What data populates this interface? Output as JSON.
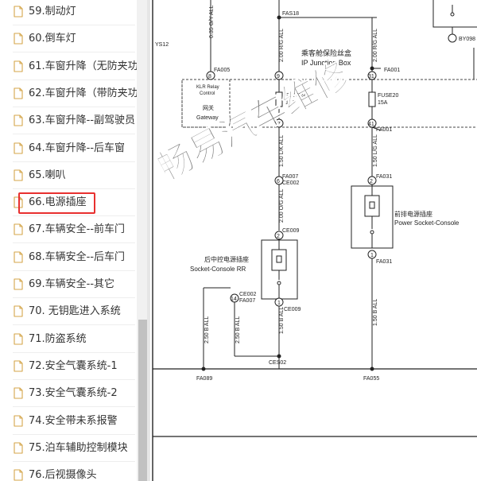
{
  "sidebar": {
    "items": [
      {
        "label": "59.制动灯"
      },
      {
        "label": "60.倒车灯"
      },
      {
        "label": "61.车窗升降（无防夹功"
      },
      {
        "label": "62.车窗升降（带防夹功"
      },
      {
        "label": "63.车窗升降--副驾驶员"
      },
      {
        "label": "64.车窗升降--后车窗"
      },
      {
        "label": "65.喇叭"
      },
      {
        "label": "66.电源插座"
      },
      {
        "label": "67.车辆安全--前车门"
      },
      {
        "label": "68.车辆安全--后车门"
      },
      {
        "label": "69.车辆安全--其它"
      },
      {
        "label": "70. 无钥匙进入系统"
      },
      {
        "label": "71.防盗系统"
      },
      {
        "label": "72.安全气囊系统-1"
      },
      {
        "label": "73.安全气囊系统-2"
      },
      {
        "label": "74.安全带未系报警"
      },
      {
        "label": "75.泊车辅助控制模块"
      },
      {
        "label": "76.后视摄像头"
      }
    ],
    "selected_index": 7,
    "highlight_color": "#e8302f"
  },
  "diagram": {
    "watermark": "畅易汽车维修",
    "watermark_color": "#6cc4ea",
    "labels": {
      "ys12": "YS12",
      "fas18": "FAS18",
      "fa005": "FA005",
      "fa001_top": "FA001",
      "by098": "BY098",
      "ip_box_cn": "乘客舱保险丝盒",
      "ip_box_en": "IP Junction Box",
      "klr_relay": "KLR Relay",
      "control": "Control",
      "gateway_cn": "网关",
      "gateway_en": "Gateway",
      "fuse24": "FUSE24",
      "fuse24_amp": "15A",
      "fuse20": "FUSE20",
      "fuse20_amp": "15A",
      "fa001_mid": "FA001",
      "fa007": "FA007",
      "ce002": "CE002",
      "fa031_top": "FA031",
      "ce009_top": "CE009",
      "front_socket_cn": "前排电源插座",
      "front_socket_en": "Power Socket-Console",
      "rear_socket_cn": "后中控电源插座",
      "rear_socket_en": "Socket-Console RR",
      "fa031_bottom": "FA031",
      "ce002_b": "CE002",
      "fa007_b": "FA007",
      "ce009_bottom": "CE009",
      "ces02": "CES02",
      "fa089": "FA089",
      "fa055": "FA055"
    },
    "pins": {
      "p8": "8",
      "p9": "9",
      "p31": "31",
      "p27": "27",
      "p41": "41",
      "p6": "6",
      "p2a": "2",
      "p2b": "2",
      "p1a": "1",
      "p1b": "1",
      "p14": "14",
      "p5": "5"
    },
    "wires": {
      "w_top_left": "0.35 G/Y ALL",
      "w_top_mid": "2.00 R/G ALL",
      "w_top_right": "2.00 R/G ALL",
      "w_mid_left": "1.50 L/K ALL",
      "w_mid_right": "1.50 L/G ALL",
      "w_og": "2.00 O/G ALL",
      "w_b_far": "2.50 B ALL",
      "w_b_near": "2.50 B ALL",
      "w_b_center": "1.50 B ALL",
      "w_b_right": "1.50 B ALL"
    }
  }
}
